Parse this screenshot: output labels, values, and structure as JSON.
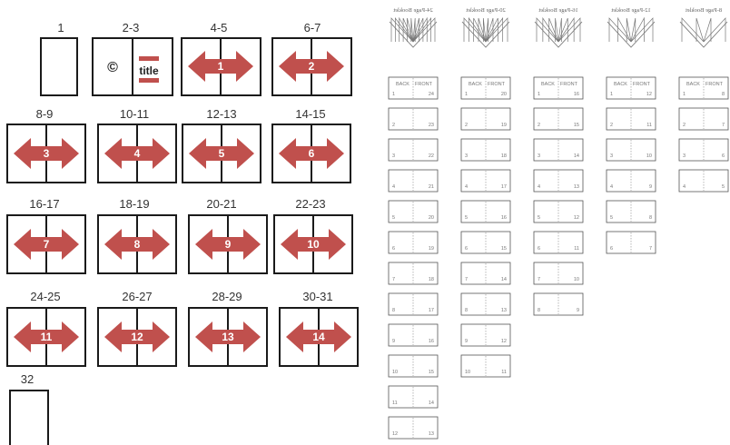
{
  "left_diagram": {
    "colors": {
      "arrow": "#c0504d",
      "arrow_dark": "#b03a37",
      "outline": "#1a1a1a",
      "number": "#ffffff"
    },
    "copyright_symbol": "©",
    "title_word": "title",
    "labels": {
      "p1": "1",
      "p2_3": "2-3",
      "p4_5": "4-5",
      "p6_7": "6-7",
      "p8_9": "8-9",
      "p10_11": "10-11",
      "p12_13": "12-13",
      "p14_15": "14-15",
      "p16_17": "16-17",
      "p18_19": "18-19",
      "p20_21": "20-21",
      "p22_23": "22-23",
      "p24_25": "24-25",
      "p26_27": "26-27",
      "p28_29": "28-29",
      "p30_31": "30-31",
      "p32": "32"
    },
    "spreads": {
      "s1": "1",
      "s2": "2",
      "s3": "3",
      "s4": "4",
      "s5": "5",
      "s6": "6",
      "s7": "7",
      "s8": "8",
      "s9": "9",
      "s10": "10",
      "s11": "11",
      "s12": "12",
      "s13": "13",
      "s14": "14"
    }
  },
  "right_diagram": {
    "booklets": {
      "b24": {
        "title": "24-Page Booklet",
        "header_back": "BACK",
        "header_front": "FRONT",
        "rows": [
          [
            "1",
            "24"
          ],
          [
            "2",
            "23"
          ],
          [
            "3",
            "22"
          ],
          [
            "4",
            "21"
          ],
          [
            "5",
            "20"
          ],
          [
            "6",
            "19"
          ],
          [
            "7",
            "18"
          ],
          [
            "8",
            "17"
          ],
          [
            "9",
            "16"
          ],
          [
            "10",
            "15"
          ],
          [
            "11",
            "14"
          ],
          [
            "12",
            "13"
          ]
        ]
      },
      "b20": {
        "title": "20-Page Booklet",
        "header_back": "BACK",
        "header_front": "FRONT",
        "rows": [
          [
            "1",
            "20"
          ],
          [
            "2",
            "19"
          ],
          [
            "3",
            "18"
          ],
          [
            "4",
            "17"
          ],
          [
            "5",
            "16"
          ],
          [
            "6",
            "15"
          ],
          [
            "7",
            "14"
          ],
          [
            "8",
            "13"
          ],
          [
            "9",
            "12"
          ],
          [
            "10",
            "11"
          ]
        ]
      },
      "b16": {
        "title": "16-Page Booklet",
        "header_back": "BACK",
        "header_front": "FRONT",
        "rows": [
          [
            "1",
            "16"
          ],
          [
            "2",
            "15"
          ],
          [
            "3",
            "14"
          ],
          [
            "4",
            "13"
          ],
          [
            "5",
            "12"
          ],
          [
            "6",
            "11"
          ],
          [
            "7",
            "10"
          ],
          [
            "8",
            "9"
          ]
        ]
      },
      "b12": {
        "title": "12-Page Booklet",
        "header_back": "BACK",
        "header_front": "FRONT",
        "rows": [
          [
            "1",
            "12"
          ],
          [
            "2",
            "11"
          ],
          [
            "3",
            "10"
          ],
          [
            "4",
            "9"
          ],
          [
            "5",
            "8"
          ],
          [
            "6",
            "7"
          ]
        ]
      },
      "b8": {
        "title": "8-Page Booklet",
        "header_back": "BACK",
        "header_front": "FRONT",
        "rows": [
          [
            "1",
            "8"
          ],
          [
            "2",
            "7"
          ],
          [
            "3",
            "6"
          ],
          [
            "4",
            "5"
          ]
        ]
      }
    }
  }
}
